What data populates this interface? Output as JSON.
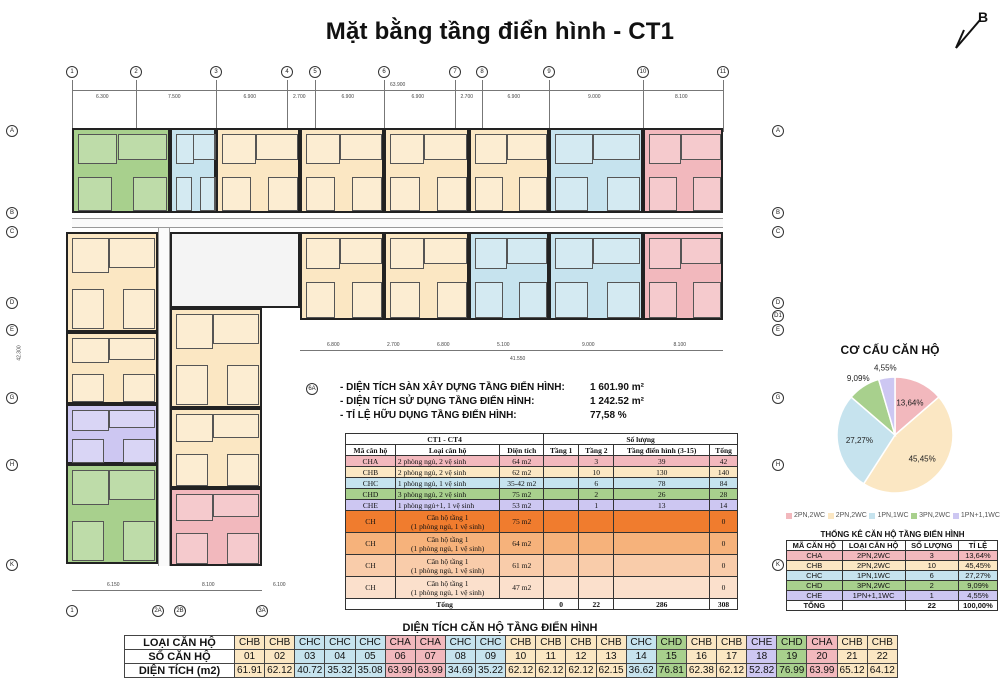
{
  "title": "Mặt bằng tầng điển hình - CT1",
  "north_label": "B",
  "colors": {
    "CHA": "#f2b8bd",
    "CHB": "#fbe7c3",
    "CHC": "#c6e3ee",
    "CHD": "#a8d08d",
    "CHE": "#cdc7f2",
    "CH_dark": "#f07c2e",
    "CH_mid": "#f6b27b",
    "CH_light": "#f9ccaa",
    "CH_lighter": "#fbe0cc"
  },
  "plan": {
    "col_labels": [
      "1",
      "2",
      "3",
      "4",
      "5",
      "6",
      "7",
      "8",
      "9",
      "10",
      "11"
    ],
    "row_labels": [
      "A",
      "B",
      "C",
      "D",
      "E",
      "G",
      "H",
      "K"
    ],
    "bottom_labels": [
      "1",
      "2A",
      "2B",
      "3A"
    ],
    "extra_label": "6A",
    "side_label": "D1",
    "total_width": "63.900",
    "total_height": "42.300",
    "bottom_width": "41.550",
    "top_dims": [
      "6.300",
      "7.500",
      "6.900",
      "2.700",
      "6.900",
      "6.900",
      "2.700",
      "6.900",
      "9.000",
      "8.100"
    ],
    "bottom_dims": [
      "6.800",
      "2.700",
      "6.800",
      "5.100",
      "9.000",
      "8.100"
    ],
    "left_bottom_dims": [
      "6.150",
      "8.100",
      "6.100"
    ]
  },
  "summary": {
    "rows": [
      {
        "label": "- DIỆN TÍCH SÀN XÂY DỰNG TẦNG ĐIỂN HÌNH:",
        "value": "1 601.90 m²"
      },
      {
        "label": "- DIỆN TÍCH SỬ DỤNG TẦNG ĐIỂN HÌNH:",
        "value": "1 242.52 m²"
      },
      {
        "label": "- TỈ LỆ HỮU DỤNG TẦNG ĐIỂN HÌNH:",
        "value": "77,58 %"
      }
    ]
  },
  "ct_table": {
    "title": "CT1 - CT4",
    "quantity_header": "Số lượng",
    "headers": [
      "Mã căn hộ",
      "Loại căn hộ",
      "Diện tích",
      "Tầng 1",
      "Tầng 2",
      "Tầng điển hình (3-15)",
      "Tổng"
    ],
    "rows": [
      {
        "code": "CHA",
        "type": "2 phòng ngủ, 2 vệ sinh",
        "area": "64 m2",
        "t1": "",
        "t2": "3",
        "typical": "39",
        "total": "42"
      },
      {
        "code": "CHB",
        "type": "2 phòng ngủ, 2 vệ sinh",
        "area": "62 m2",
        "t1": "",
        "t2": "10",
        "typical": "130",
        "total": "140"
      },
      {
        "code": "CHC",
        "type": "1 phòng ngủ, 1 vệ sinh",
        "area": "35-42 m2",
        "t1": "",
        "t2": "6",
        "typical": "78",
        "total": "84"
      },
      {
        "code": "CHD",
        "type": "3 phòng ngủ, 2 vệ sinh",
        "area": "75 m2",
        "t1": "",
        "t2": "2",
        "typical": "26",
        "total": "28"
      },
      {
        "code": "CHE",
        "type": "1 phòng ngủ+1, 1 vệ sinh",
        "area": "53 m2",
        "t1": "",
        "t2": "1",
        "typical": "13",
        "total": "14"
      }
    ],
    "ch_rows": [
      {
        "code": "CH",
        "type1": "Căn hộ tầng 1",
        "type2": "(1 phòng ngủ, 1 vệ sinh)",
        "area": "75 m2",
        "total": "0"
      },
      {
        "code": "CH",
        "type1": "Căn hộ tầng 1",
        "type2": "(1 phòng ngủ, 1 vệ sinh)",
        "area": "64 m2",
        "total": "0"
      },
      {
        "code": "CH",
        "type1": "Căn hộ tầng 1",
        "type2": "(1 phòng ngủ, 1 vệ sinh)",
        "area": "61 m2",
        "total": "0"
      },
      {
        "code": "CH",
        "type1": "Căn hộ tầng 1",
        "type2": "(1 phòng ngủ, 1 vệ sinh)",
        "area": "47 m2",
        "total": "0"
      }
    ],
    "total_row": {
      "label": "Tổng",
      "t1": "0",
      "t2": "22",
      "typical": "286",
      "total": "308"
    }
  },
  "chart_data": {
    "type": "pie",
    "title": "CƠ CẤU CĂN HỘ",
    "categories": [
      "2PN,2WC",
      "2PN,2WC",
      "1PN,1WC",
      "3PN,2WC",
      "1PN+1,1WC"
    ],
    "values": [
      13.64,
      45.45,
      27.27,
      9.09,
      4.55
    ],
    "labels": [
      "13,64%",
      "45,45%",
      "27,27%",
      "9,09%",
      "4,55%"
    ],
    "colors": [
      "#f2b8bd",
      "#fbe7c3",
      "#c6e3ee",
      "#a8d08d",
      "#cdc7f2"
    ],
    "legend": "bottom"
  },
  "stats_table": {
    "title": "THỐNG KÊ CĂN HỘ TẦNG ĐIỂN HÌNH",
    "headers": [
      "MÃ CĂN HỘ",
      "LOẠI CĂN HỘ",
      "SỐ LƯỢNG",
      "TỈ LỆ"
    ],
    "rows": [
      {
        "code": "CHA",
        "type": "2PN,2WC",
        "count": "3",
        "ratio": "13,64%"
      },
      {
        "code": "CHB",
        "type": "2PN,2WC",
        "count": "10",
        "ratio": "45,45%"
      },
      {
        "code": "CHC",
        "type": "1PN,1WC",
        "count": "6",
        "ratio": "27,27%"
      },
      {
        "code": "CHD",
        "type": "3PN,2WC",
        "count": "2",
        "ratio": "9,09%"
      },
      {
        "code": "CHE",
        "type": "1PN+1,1WC",
        "count": "1",
        "ratio": "4,55%"
      }
    ],
    "total": {
      "label": "TỔNG",
      "count": "22",
      "ratio": "100,00%"
    }
  },
  "area_table": {
    "title": "DIỆN TÍCH CĂN HỘ TẦNG ĐIỂN HÌNH",
    "row_labels": [
      "LOẠI CĂN HỘ",
      "SỐ CĂN HỘ",
      "DIỆN TÍCH (m2)"
    ],
    "types": [
      "CHB",
      "CHB",
      "CHC",
      "CHC",
      "CHC",
      "CHA",
      "CHA",
      "CHC",
      "CHC",
      "CHB",
      "CHB",
      "CHB",
      "CHB",
      "CHC",
      "CHD",
      "CHB",
      "CHB",
      "CHE",
      "CHD",
      "CHA",
      "CHB",
      "CHB"
    ],
    "numbers": [
      "01",
      "02",
      "03",
      "04",
      "05",
      "06",
      "07",
      "08",
      "09",
      "10",
      "11",
      "12",
      "13",
      "14",
      "15",
      "16",
      "17",
      "18",
      "19",
      "20",
      "21",
      "22"
    ],
    "areas": [
      "61.91",
      "62.12",
      "40.72",
      "35.32",
      "35.08",
      "63.99",
      "63.99",
      "34.69",
      "35.22",
      "62.12",
      "62.12",
      "62.12",
      "62.15",
      "36.62",
      "76.81",
      "62.38",
      "62.12",
      "52.82",
      "76.99",
      "63.99",
      "65.12",
      "64.12"
    ]
  }
}
